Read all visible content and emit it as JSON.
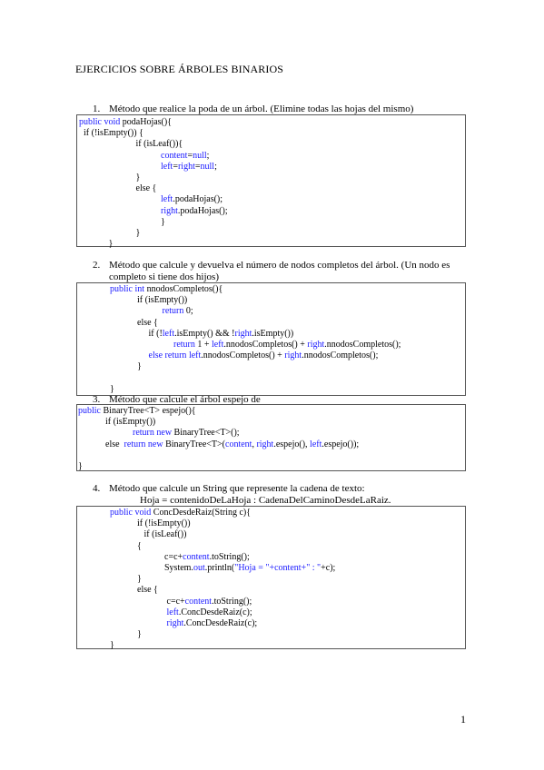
{
  "document": {
    "title": "EJERCICIOS SOBRE ÁRBOLES BINARIOS",
    "page_number": "1"
  },
  "exercises": [
    {
      "num": "1.",
      "lines": [
        "Método que realice la poda de un árbol. (Elimine todas las hojas del mismo)"
      ]
    },
    {
      "num": "2.",
      "lines": [
        "Método que calcule y devuelva el número de nodos completos del árbol. (Un nodo es",
        "completo si tiene dos hijos)"
      ]
    },
    {
      "num": "3.",
      "lines": [
        "Método que calcule el árbol espejo de"
      ]
    },
    {
      "num": "4.",
      "lines": [
        "Método que calcule un String que represente la cadena de texto:"
      ],
      "subline": "Hoja = contenidoDeLaHoja : CadenaDelCaminoDesdeLaRaiz."
    }
  ],
  "code1": [
    [
      [
        "k",
        "public void"
      ],
      [
        "t",
        " podaHojas(){"
      ]
    ],
    [
      [
        "t",
        "  if (!isEmpty()) {"
      ]
    ],
    [
      [
        "t",
        "                         if (isLeaf()){"
      ]
    ],
    [
      [
        "t",
        "                                    "
      ],
      [
        "k",
        "content"
      ],
      [
        "t",
        "="
      ],
      [
        "k",
        "null"
      ],
      [
        "t",
        ";"
      ]
    ],
    [
      [
        "t",
        "                                    "
      ],
      [
        "k",
        "left"
      ],
      [
        "t",
        "="
      ],
      [
        "k",
        "right"
      ],
      [
        "t",
        "="
      ],
      [
        "k",
        "null"
      ],
      [
        "t",
        ";"
      ]
    ],
    [
      [
        "t",
        "                         }"
      ]
    ],
    [
      [
        "t",
        "                         else {"
      ]
    ],
    [
      [
        "t",
        "                                    "
      ],
      [
        "k",
        "left"
      ],
      [
        "t",
        ".podaHojas();"
      ]
    ],
    [
      [
        "t",
        "                                    "
      ],
      [
        "k",
        "right"
      ],
      [
        "t",
        ".podaHojas();"
      ]
    ],
    [
      [
        "t",
        "                                    }"
      ]
    ],
    [
      [
        "t",
        "                         }"
      ]
    ],
    [
      [
        "t",
        "             }"
      ]
    ]
  ],
  "code2": [
    [
      [
        "k",
        "public int"
      ],
      [
        "t",
        " nnodosCompletos(){"
      ]
    ],
    [
      [
        "t",
        "            if (isEmpty())"
      ]
    ],
    [
      [
        "t",
        "                       "
      ],
      [
        "k",
        "return"
      ],
      [
        "t",
        " 0;"
      ]
    ],
    [
      [
        "t",
        "            else {"
      ]
    ],
    [
      [
        "t",
        "                 if (!"
      ],
      [
        "k",
        "left"
      ],
      [
        "t",
        ".isEmpty() && !"
      ],
      [
        "k",
        "right"
      ],
      [
        "t",
        ".isEmpty())"
      ]
    ],
    [
      [
        "t",
        "                            "
      ],
      [
        "k",
        "return"
      ],
      [
        "t",
        " 1 + "
      ],
      [
        "k",
        "left"
      ],
      [
        "t",
        ".nnodosCompletos() + "
      ],
      [
        "k",
        "right"
      ],
      [
        "t",
        ".nnodosCompletos();"
      ]
    ],
    [
      [
        "t",
        "                 "
      ],
      [
        "k",
        "else return"
      ],
      [
        "t",
        " "
      ],
      [
        "k",
        "left"
      ],
      [
        "t",
        ".nnodosCompletos() + "
      ],
      [
        "k",
        "right"
      ],
      [
        "t",
        ".nnodosCompletos();"
      ]
    ],
    [
      [
        "t",
        "            }"
      ]
    ],
    [
      [
        "t",
        ""
      ]
    ],
    [
      [
        "t",
        "}"
      ]
    ]
  ],
  "code3": [
    [
      [
        "k",
        "public"
      ],
      [
        "t",
        " BinaryTree<T> espejo(){"
      ]
    ],
    [
      [
        "t",
        "            if (isEmpty())"
      ]
    ],
    [
      [
        "t",
        "                        "
      ],
      [
        "k",
        "return new"
      ],
      [
        "t",
        " BinaryTree<T>();"
      ]
    ],
    [
      [
        "t",
        "            else  "
      ],
      [
        "k",
        "return new"
      ],
      [
        "t",
        " BinaryTree<T>("
      ],
      [
        "k",
        "content"
      ],
      [
        "t",
        ", "
      ],
      [
        "k",
        "right"
      ],
      [
        "t",
        ".espejo(), "
      ],
      [
        "k",
        "left"
      ],
      [
        "t",
        ".espejo());"
      ]
    ],
    [
      [
        "t",
        ""
      ]
    ],
    [
      [
        "t",
        "}"
      ]
    ]
  ],
  "code4": [
    [
      [
        "k",
        "public void"
      ],
      [
        "t",
        " ConcDesdeRaiz(String c){"
      ]
    ],
    [
      [
        "t",
        "            if (!isEmpty())"
      ]
    ],
    [
      [
        "t",
        "               if (isLeaf())"
      ]
    ],
    [
      [
        "t",
        "            {"
      ]
    ],
    [
      [
        "t",
        "                        c=c+"
      ],
      [
        "k",
        "content"
      ],
      [
        "t",
        ".toString();"
      ]
    ],
    [
      [
        "t",
        "                        System."
      ],
      [
        "k",
        "out"
      ],
      [
        "t",
        ".println("
      ],
      [
        "s",
        "\"Hoja = \"+content+\" : \""
      ],
      [
        "t",
        "+c);"
      ]
    ],
    [
      [
        "t",
        "            }"
      ]
    ],
    [
      [
        "t",
        "            else {"
      ]
    ],
    [
      [
        "t",
        "                         c=c+"
      ],
      [
        "k",
        "content"
      ],
      [
        "t",
        ".toString();"
      ]
    ],
    [
      [
        "t",
        "                         "
      ],
      [
        "k",
        "left"
      ],
      [
        "t",
        ".ConcDesdeRaiz(c);"
      ]
    ],
    [
      [
        "t",
        "                         "
      ],
      [
        "k",
        "right"
      ],
      [
        "t",
        ".ConcDesdeRaiz(c);"
      ]
    ],
    [
      [
        "t",
        "            }"
      ]
    ],
    [
      [
        "t",
        "}"
      ]
    ]
  ]
}
